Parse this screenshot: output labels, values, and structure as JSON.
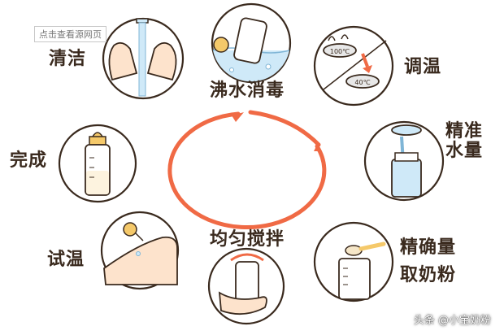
{
  "view_source_button": "点击查看源网页",
  "center_title": "沸水消毒",
  "steps": {
    "clean": "清洁",
    "adjust_temp": "调温",
    "measure_water": "精准水量",
    "measure_powder_line1": "精确量",
    "measure_powder_line2": "取奶粉",
    "stir": "均匀搅拌",
    "test_temp": "试温",
    "complete": "完成"
  },
  "pot_labels": {
    "pot_top": "100℃",
    "pot_bottom": "40℃"
  },
  "watermark": "头条 @小宝奶粉",
  "colors": {
    "arrow": "#f06a45",
    "outline": "#3a2a1e",
    "skin": "#fde3cc",
    "water": "#cfe9f8",
    "nipple": "#f5c96a"
  },
  "icons": [
    "hands-washing-icon",
    "bottle-boiling-icon",
    "pots-icon",
    "pouring-water-icon",
    "powder-scoop-icon",
    "shaking-bottle-icon",
    "arm-test-icon",
    "finished-bottle-icon"
  ]
}
